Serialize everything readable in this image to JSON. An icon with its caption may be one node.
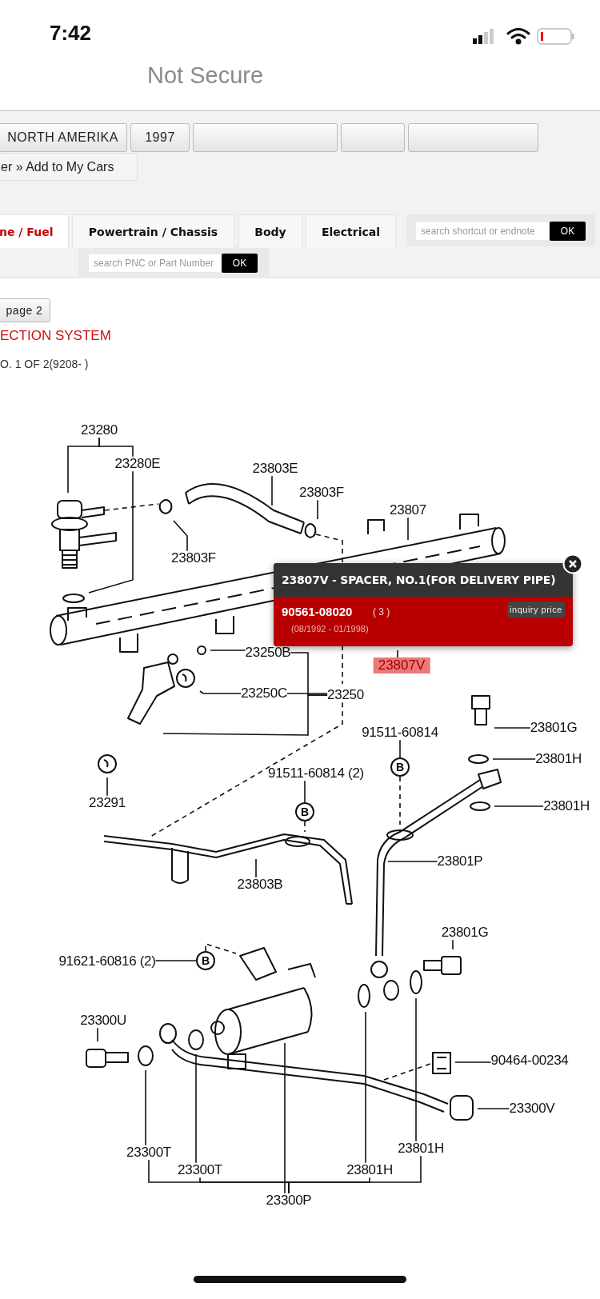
{
  "diagram": {
    "title": "ECTION SYSTEM",
    "nodes": [
      {
        "text": [
          "NORTH AMERIKA"
        ]
      },
      {
        "text": [
          "1997"
        ]
      },
      {
        "text": [],
        "shape": "box"
      },
      {
        "text": [],
        "shape": "box"
      },
      {
        "text": [],
        "shape": "box"
      },
      {
        "text": [
          "er » Add to My Cars"
        ]
      },
      {
        "text": [
          "ne / Fuel"
        ]
      },
      {
        "text": [
          "Powertrain / Chassis"
        ]
      },
      {
        "text": [
          "Body"
        ]
      },
      {
        "text": [
          "Electrical"
        ]
      },
      {
        "text": [
          "search shortcut or endnote"
        ]
      },
      {
        "text": [
          "OK"
        ]
      },
      {
        "text": [
          "search PNC or Part Number"
        ]
      },
      {
        "text": [
          "OK"
        ]
      },
      {
        "text": [
          "page 2"
        ]
      },
      {
        "text": [
          "23807V - SPACER, NO.1(FOR DELIVERY PIPE)",
          "90561-08020",
          "( 3 )",
          "(08/1992 - 01/1998)"
        ]
      },
      {
        "text": [
          "inquiry price"
        ],
        "in": 15
      },
      {
        "text": [
          "23280"
        ]
      },
      {
        "text": [
          "23280E"
        ]
      },
      {
        "text": [
          "23803E"
        ]
      },
      {
        "text": [
          "23803F"
        ]
      },
      {
        "text": [
          "23807"
        ]
      },
      {
        "text": [
          "23803F"
        ]
      },
      {
        "text": [
          "23250B"
        ]
      },
      {
        "text": [
          "23807V"
        ]
      },
      {
        "text": [
          "23250C"
        ]
      },
      {
        "text": [
          "23250"
        ]
      },
      {
        "text": [
          "23801G"
        ]
      },
      {
        "text": [
          "91511-60814"
        ]
      },
      {
        "text": [
          "B"
        ]
      },
      {
        "text": [
          "23801H"
        ]
      },
      {
        "text": [
          "23291"
        ]
      },
      {
        "text": [
          "91511-60814 (2)"
        ]
      },
      {
        "text": [
          "B"
        ]
      },
      {
        "text": [
          "23801H"
        ]
      },
      {
        "text": [
          "23801P"
        ]
      },
      {
        "text": [
          "23803B"
        ]
      },
      {
        "text": [
          "23801G"
        ]
      },
      {
        "text": [
          "91621-60816 (2)"
        ]
      },
      {
        "text": [
          "B"
        ]
      },
      {
        "text": [
          "23300U"
        ]
      },
      {
        "text": [
          "90464-00234"
        ]
      },
      {
        "text": [
          "23300V"
        ]
      },
      {
        "text": [
          "23300T"
        ]
      },
      {
        "text": [
          "23801H"
        ]
      },
      {
        "text": [
          "23300T"
        ]
      },
      {
        "text": [
          "23801H"
        ]
      },
      {
        "text": [
          "23300P"
        ]
      }
    ],
    "edges": [
      {
        "from": 17,
        "to": null,
        "arrow": "none"
      },
      {
        "from": 17,
        "to": 18,
        "arrow": "none"
      },
      {
        "from": 18,
        "to": null,
        "arrow": "none"
      },
      {
        "from": 19,
        "to": null,
        "arrow": "none"
      },
      {
        "from": 20,
        "to": null,
        "arrow": "none"
      },
      {
        "from": 21,
        "to": null,
        "arrow": "none"
      },
      {
        "from": 22,
        "to": null,
        "arrow": "none"
      },
      {
        "from": 23,
        "to": null,
        "arrow": "none"
      },
      {
        "from": 24,
        "to": null,
        "arrow": "none"
      },
      {
        "from": 25,
        "to": null,
        "arrow": "none"
      },
      {
        "from": 26,
        "to": null,
        "arrow": "none"
      },
      {
        "from": 26,
        "to": 23,
        "arrow": "none"
      },
      {
        "from": 26,
        "to": 25,
        "arrow": "none"
      },
      {
        "from": 26,
        "to": null,
        "arrow": "none",
        "style": "dashed"
      },
      {
        "from": 31,
        "to": null,
        "arrow": "none"
      },
      {
        "from": 28,
        "to": 29,
        "arrow": "none"
      },
      {
        "from": 29,
        "to": null,
        "arrow": "none",
        "style": "dashed"
      },
      {
        "from": 27,
        "to": null,
        "arrow": "none"
      },
      {
        "from": 30,
        "to": null,
        "arrow": "none"
      },
      {
        "from": 34,
        "to": null,
        "arrow": "none"
      },
      {
        "from": 32,
        "to": 33,
        "arrow": "none"
      },
      {
        "from": 33,
        "to": null,
        "arrow": "none",
        "style": "dashed"
      },
      {
        "from": 35,
        "to": null,
        "arrow": "none"
      },
      {
        "from": 36,
        "to": null,
        "arrow": "none"
      },
      {
        "from": 37,
        "to": null,
        "arrow": "none"
      },
      {
        "from": 38,
        "to": 39,
        "arrow": "none"
      },
      {
        "from": 39,
        "to": null,
        "arrow": "none",
        "style": "dashed"
      },
      {
        "from": 40,
        "to": null,
        "arrow": "none"
      },
      {
        "from": 41,
        "to": null,
        "arrow": "none"
      },
      {
        "from": 42,
        "to": null,
        "arrow": "none"
      },
      {
        "from": 43,
        "to": null,
        "arrow": "none"
      },
      {
        "from": 45,
        "to": null,
        "arrow": "none"
      },
      {
        "from": 46,
        "to": null,
        "arrow": "none"
      },
      {
        "from": 44,
        "to": null,
        "arrow": "none"
      },
      {
        "from": 47,
        "to": 43,
        "arrow": "none"
      },
      {
        "from": 47,
        "to": 45,
        "arrow": "none"
      },
      {
        "from": 47,
        "to": null,
        "arrow": "none"
      },
      {
        "from": 47,
        "to": 46,
        "arrow": "none"
      },
      {
        "from": 47,
        "to": 44,
        "arrow": "none"
      }
    ],
    "labels": [
      "7:42",
      "Not Secure",
      "O. 1 OF 2(9208- )"
    ]
  }
}
